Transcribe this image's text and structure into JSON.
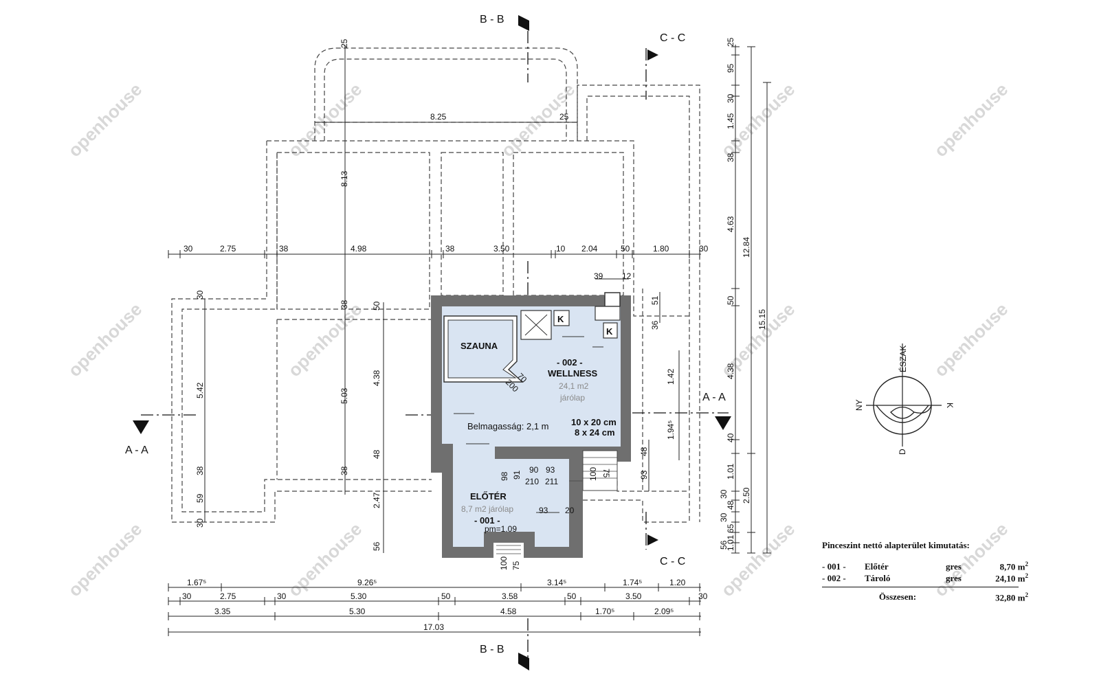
{
  "sections": {
    "bb_top": "B - B",
    "bb_bottom": "B - B",
    "cc_top": "C - C",
    "cc_bottom": "C - C",
    "aa_left": "A - A",
    "aa_right": "A - A"
  },
  "rooms": {
    "szauna": "SZAUNA",
    "wellness_num": "- 002 -",
    "wellness_name": "WELLNESS",
    "wellness_area": "24,1 m2",
    "wellness_floor": "járólap",
    "height": "Belmagasság: 2,1 m",
    "tile1": "10 x 20 cm",
    "tile2": "8 x 24 cm",
    "eloter_name": "ELŐTÉR",
    "eloter_area": "8,7 m2 járólap",
    "eloter_num": "- 001 -",
    "pm": "pm=1.09",
    "k1": "K",
    "k2": "K"
  },
  "compass": {
    "north": "ÉSZAK",
    "west": "NY",
    "east": "K",
    "south": "D"
  },
  "watermark": "openhouse",
  "dims": {
    "top_825": "8.25",
    "top_25a": "25",
    "top_25b": "25",
    "v_813": "8.13",
    "row1": [
      "30",
      "2.75",
      "38",
      "4.98",
      "38",
      "3.50",
      "10",
      "2.04",
      "50",
      "1.80",
      "30"
    ],
    "v_503": "5.03",
    "v_438": "4.38",
    "v_542": "5.42",
    "v_247": "2.47",
    "l_30a": "30",
    "l_38a": "38",
    "l_38b": "38",
    "l_38c": "38",
    "l_59": "59",
    "l_30b": "30",
    "m_50": "50",
    "m_48": "48",
    "m_56": "56",
    "d_39": "39",
    "d_12": "12",
    "d_51": "51",
    "d_36": "36",
    "d_142": "1.42",
    "d_194": "1.94⁵",
    "d_48r": "48",
    "d_93r": "93",
    "d_70": "70",
    "d_200": "200",
    "d_90": "90",
    "d_93a": "93",
    "d_98": "98",
    "d_91": "91",
    "d_210": "210",
    "d_211": "211",
    "d_100a": "100",
    "d_75a": "75",
    "d_93b": "93",
    "d_20": "20",
    "d_100b": "100",
    "d_75b": "75",
    "right": [
      "25",
      "95",
      "30",
      "1.45",
      "38",
      "4.63",
      "50",
      "4.38",
      "40",
      "1.01",
      "30",
      "48",
      "30",
      "65",
      "56",
      "1.01"
    ],
    "right_b": [
      "12.84",
      "2.50"
    ],
    "right_c": "15.15",
    "bot1": [
      "1.67⁵",
      "9.26⁵",
      "3.14⁵",
      "1.74⁵",
      "1.20"
    ],
    "bot2": [
      "30",
      "2.75",
      "30",
      "5.30",
      "50",
      "3.58",
      "50",
      "3.50",
      "30"
    ],
    "bot3": [
      "3.35",
      "5.30",
      "4.58",
      "1.70⁵",
      "2.09⁵"
    ],
    "bot4": "17.03"
  },
  "area_table": {
    "title": "Pinceszint nettó alapterület kimutatás:",
    "rows": [
      {
        "num": "- 001 -",
        "name": "Előtér",
        "mat": "gres",
        "val": "8,70 m",
        "sup": "2"
      },
      {
        "num": "- 002 -",
        "name": "Tároló",
        "mat": "gres",
        "val": "24,10 m",
        "sup": "2"
      }
    ],
    "total_label": "Összesen:",
    "total_val": "32,80 m",
    "total_sup": "2"
  }
}
